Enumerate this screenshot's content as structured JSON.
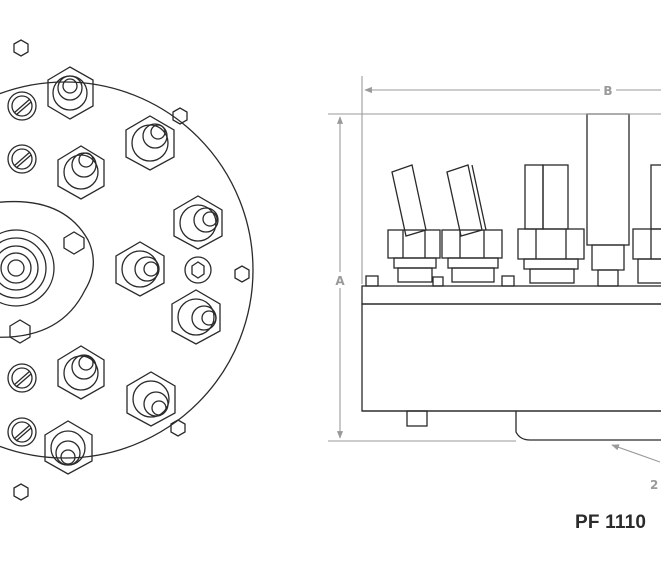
{
  "drawing": {
    "model": "PF 1110",
    "dimensions": {
      "width_label": "B",
      "height_label": "A",
      "callout_label": "2"
    },
    "line_color": "#2a2a2a",
    "dimension_color": "#9a9a9a"
  }
}
